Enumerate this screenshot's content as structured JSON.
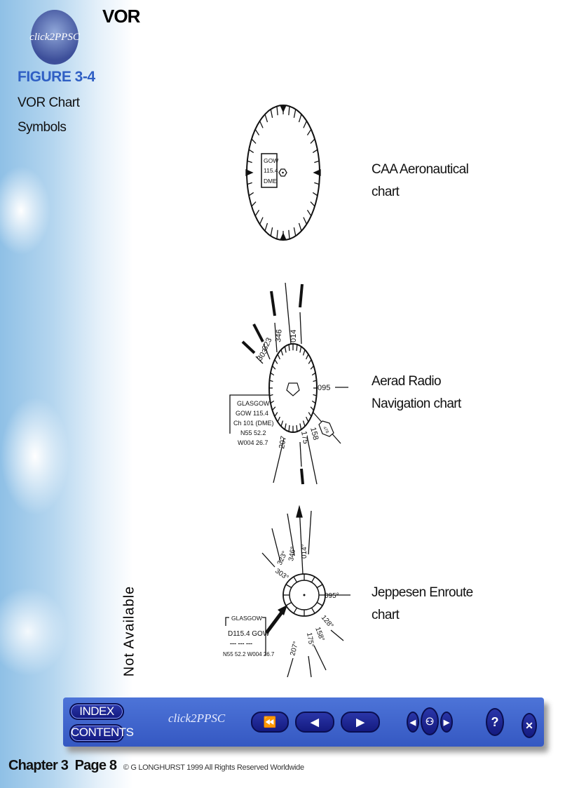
{
  "header": {
    "title": "VOR",
    "logo_text": "click2PPSC",
    "figure": "FIGURE 3-4",
    "caption_lines": [
      "VOR Chart",
      "Symbols"
    ]
  },
  "charts": {
    "caa": {
      "label_lines": [
        "CAA Aeronautical",
        "chart"
      ],
      "box_lines": [
        "GOW",
        "115.4",
        "DME"
      ]
    },
    "aerad": {
      "label_lines": [
        "Aerad Radio",
        "Navigation chart"
      ],
      "box_lines": [
        "GLASGOW",
        "GOW 115.4",
        "Ch 101 (DME)",
        "N55 52.2",
        "W004 26.7"
      ],
      "radials": [
        "346",
        "014",
        "323",
        "303",
        "095",
        "158",
        "175",
        "207"
      ],
      "badge": "478"
    },
    "jeppesen": {
      "label_lines": [
        "Jeppesen Enroute",
        "chart"
      ],
      "box_lines": [
        "GLASGOW",
        "D115.4 GOW",
        "N55 52.2  W004 26.7"
      ],
      "morse": "--- --- ---",
      "radials": [
        "346°",
        "014°",
        "323°",
        "303°",
        "095°",
        "128°",
        "158°",
        "175°",
        "207°"
      ]
    }
  },
  "side_note": "Not Available",
  "navbar": {
    "index": "INDEX",
    "contents": "CONTENTS",
    "logo": "click2PPSC",
    "first": "⏪",
    "prev": "◀",
    "next": "▶",
    "search_prev": "◀",
    "search": "⚇",
    "search_next": "▶",
    "help": "?",
    "close": "✕"
  },
  "footer": {
    "chapter": "Chapter 3",
    "page": "Page 8",
    "copyright": "© G LONGHURST  1999  All Rights Reserved Worldwide"
  }
}
